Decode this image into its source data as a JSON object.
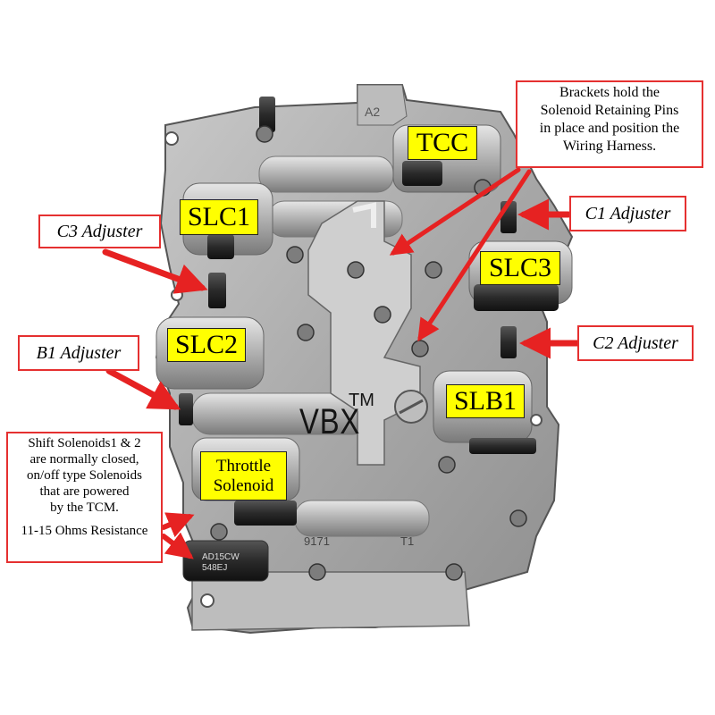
{
  "labels": {
    "tcc": "TCC",
    "slc1": "SLC1",
    "slc3": "SLC3",
    "slc2": "SLC2",
    "slb1": "SLB1",
    "throttle_line1": "Throttle",
    "throttle_line2": "Solenoid"
  },
  "callouts": {
    "c3_adjuster": "C3 Adjuster",
    "c1_adjuster": "C1 Adjuster",
    "b1_adjuster": "B1 Adjuster",
    "c2_adjuster": "C2 Adjuster",
    "brackets_note": [
      "Brackets hold the",
      "Solenoid Retaining Pins",
      "in place and position the",
      "Wiring Harness."
    ],
    "shift_note": [
      "Shift Solenoids1 & 2",
      "are normally closed,",
      "on/off type Solenoids",
      "that are powered",
      "by the TCM."
    ],
    "resistance": "11-15 Ohms Resistance"
  },
  "brand": {
    "text": "VBX",
    "tm": "TM"
  },
  "body_markings": {
    "a2": "A2",
    "code": "9171",
    "t1": "T1",
    "sol_lower": "AD15CW",
    "sol_lower2": "548EJ"
  },
  "colors": {
    "label_fill": "#ffff00",
    "callout_border": "#e53030",
    "arrow": "#e62222"
  }
}
